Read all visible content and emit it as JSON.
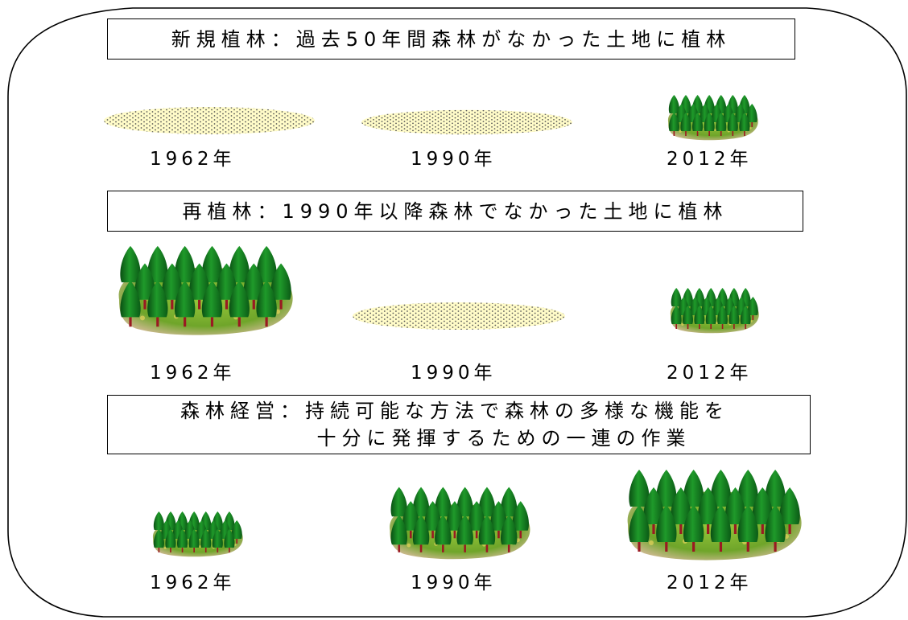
{
  "sections": [
    {
      "label": "新規植林：過去50年間森林がなかった土地に植林",
      "stages": [
        {
          "year": "1962年",
          "state": "bare-land"
        },
        {
          "year": "1990年",
          "state": "bare-land"
        },
        {
          "year": "2012年",
          "state": "young-forest"
        }
      ]
    },
    {
      "label": "再植林：1990年以降森林でなかった土地に植林",
      "stages": [
        {
          "year": "1962年",
          "state": "mature-forest"
        },
        {
          "year": "1990年",
          "state": "bare-land"
        },
        {
          "year": "2012年",
          "state": "young-forest"
        }
      ]
    },
    {
      "label_line1": "森林経営：持続可能な方法で森林の多様な機能を",
      "label_line2": "十分に発揮するための一連の作業",
      "stages": [
        {
          "year": "1962年",
          "state": "young-forest"
        },
        {
          "year": "1990年",
          "state": "medium-forest"
        },
        {
          "year": "2012年",
          "state": "mature-forest"
        }
      ]
    }
  ]
}
